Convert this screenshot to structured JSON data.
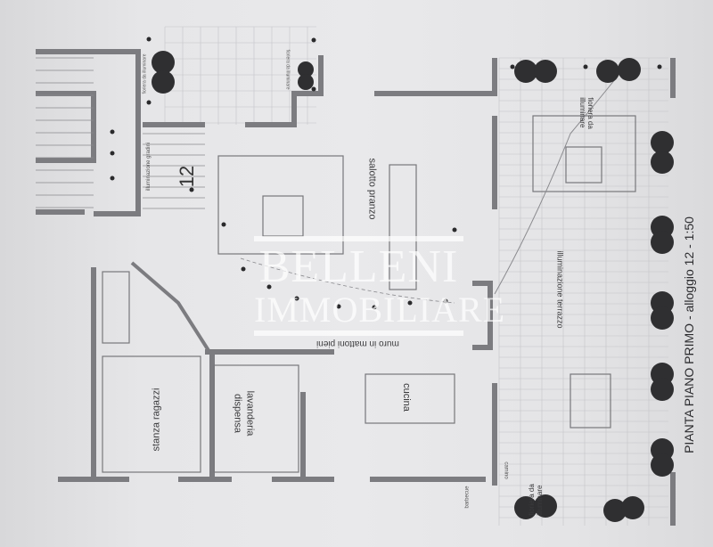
{
  "title": "PIANTA PIANO PRIMO - alloggio 12 - 1:50",
  "unit_number": "12",
  "rooms": {
    "living": "salotto pranzo",
    "kids_room": "stanza ragazzi",
    "laundry_line1": "lavanderia",
    "laundry_line2": "dispensa",
    "kitchen": "cucina"
  },
  "notes": {
    "wall": "muro in mattoni pieni",
    "terrace_lighting": "illuminazione terrazzo",
    "stair_lighting": "illuminazione gradini",
    "planter_top_line1": "fioriera da",
    "planter_top_line2": "illuminare",
    "planter_bottom_line1": "fioriera da",
    "planter_bottom_line2": "illuminare",
    "planter_small_left": "fioriera da illuminare",
    "planter_small_right": "fioriera da illuminare",
    "barbecue": "barbecue",
    "fireplace": "camino"
  },
  "watermark": {
    "line1": "BELLENI",
    "line2": "IMMOBILIARE"
  },
  "colors": {
    "paper": "#e6e6e8",
    "wall": "#7c7c80",
    "plant": "#2f2f31",
    "line": "#8a8a8e"
  }
}
